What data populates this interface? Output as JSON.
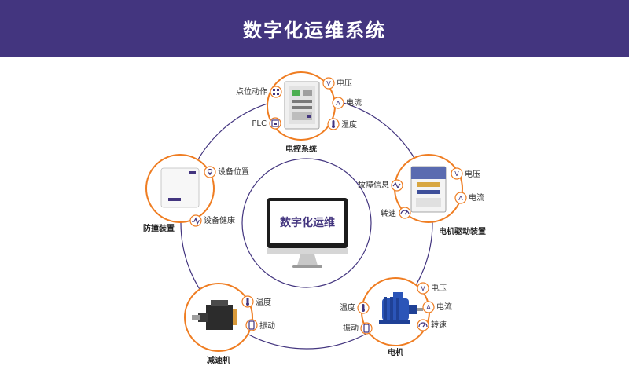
{
  "header": {
    "title": "数字化运维系统"
  },
  "center": {
    "label": "数字化运维"
  },
  "colors": {
    "header_bg": "#43357f",
    "accent": "#ef7d22",
    "ring": "#43357f"
  },
  "nodes": {
    "control_system": {
      "name": "电控系统",
      "tags": [
        "电压",
        "电流",
        "温度",
        "点位动作",
        "PLC"
      ]
    },
    "motor_drive": {
      "name": "电机驱动装置",
      "tags": [
        "电压",
        "电流",
        "故障信息",
        "转速"
      ]
    },
    "motor": {
      "name": "电机",
      "tags": [
        "电压",
        "电流",
        "转速",
        "温度",
        "振动"
      ]
    },
    "reducer": {
      "name": "减速机",
      "tags": [
        "温度",
        "振动"
      ]
    },
    "anti_collision": {
      "name": "防撞装置",
      "tags": [
        "设备位置",
        "设备健康"
      ]
    }
  }
}
